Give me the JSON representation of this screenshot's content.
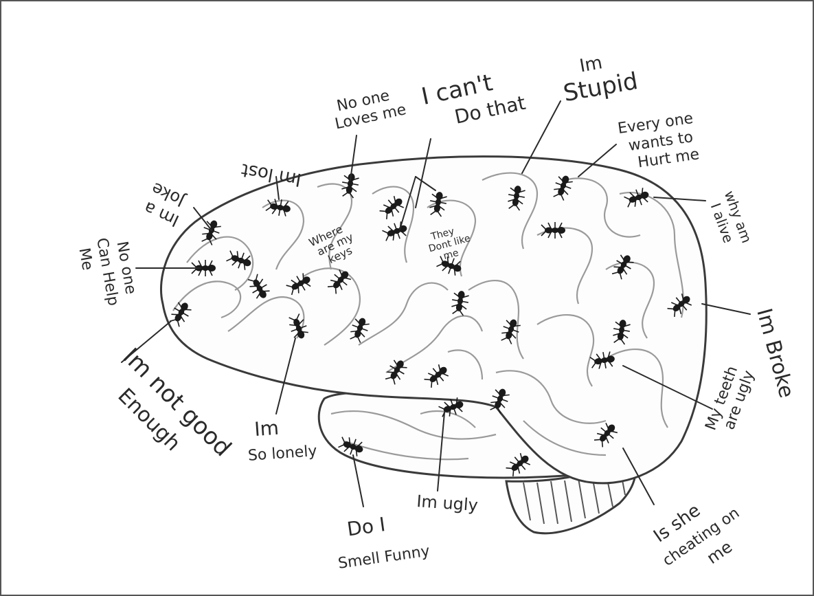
{
  "labels": {
    "no_one_loves_me": [
      "No one",
      "Loves me"
    ],
    "i_cant_do_that": [
      "I can't",
      "Do that"
    ],
    "im_stupid": [
      "Im",
      "Stupid"
    ],
    "everyone_wants_to_hurt_me": [
      "Every one",
      "wants to",
      "Hurt me"
    ],
    "why_am_i_alive": [
      "why am",
      "I alive"
    ],
    "im_broke": "Im Broke",
    "my_teeth_are_ugly": [
      "My teeth",
      "are ugly"
    ],
    "is_she_cheating": [
      "Is she",
      "cheating on",
      "me"
    ],
    "im_ugly": "Im ugly",
    "do_i_smell_funny": [
      "Do I",
      "Smell Funny"
    ],
    "im_so_lonely": [
      "Im",
      "So lonely"
    ],
    "im_not_good_enough": [
      "Im not good",
      "Enough"
    ],
    "no_one_can_help_me": [
      "No one",
      "Can Help",
      "Me"
    ],
    "im_lost": "Im lost",
    "im_a_joke": [
      "Im a",
      "Joke"
    ],
    "where_are_my_keys": [
      "Where",
      "are my",
      "keys"
    ],
    "they_dont_like_me": [
      "They",
      "Dont like",
      "me"
    ]
  },
  "colors": {
    "ink": "#2a2a2a",
    "outline": "#3a3a3a",
    "groove": "#9a9a9a",
    "ant": "#1a1a1a",
    "frame": "#555555"
  }
}
